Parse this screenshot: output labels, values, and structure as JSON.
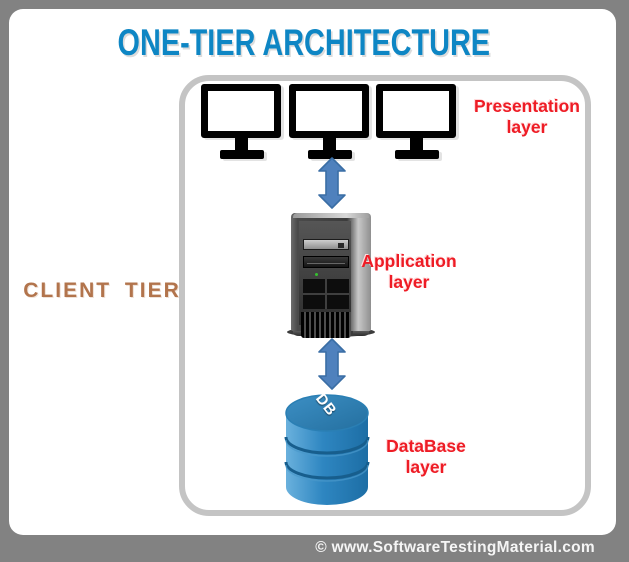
{
  "title": "ONE-TIER ARCHITECTURE",
  "side_label": "CLIENT TIER",
  "tier_box": {
    "layers": [
      {
        "name": "presentation",
        "label": "Presentation layer",
        "icon": "monitor-icon",
        "monitor_count": 3
      },
      {
        "name": "application",
        "label": "Application layer",
        "icon": "server-tower-icon"
      },
      {
        "name": "database",
        "label": "DataBase layer",
        "icon": "database-icon",
        "db_text": "DB"
      }
    ],
    "connectors": [
      "up-down-arrow",
      "up-down-arrow"
    ]
  },
  "footer": {
    "credit": "© www.SoftwareTestingMaterial.com"
  },
  "colors": {
    "title_blue": "#0e86c4",
    "label_red": "#ee1c25",
    "client_tier_brown": "#b2744c",
    "arrow_blue": "#4f81bd",
    "arrow_border": "#3a6ea5",
    "frame_gray": "#828282",
    "inner_border_gray": "#c4c4c4",
    "db_blue_light": "#6ab1dd",
    "db_blue_dark": "#1d6ea5",
    "footer_text": "#f5f5f5"
  }
}
